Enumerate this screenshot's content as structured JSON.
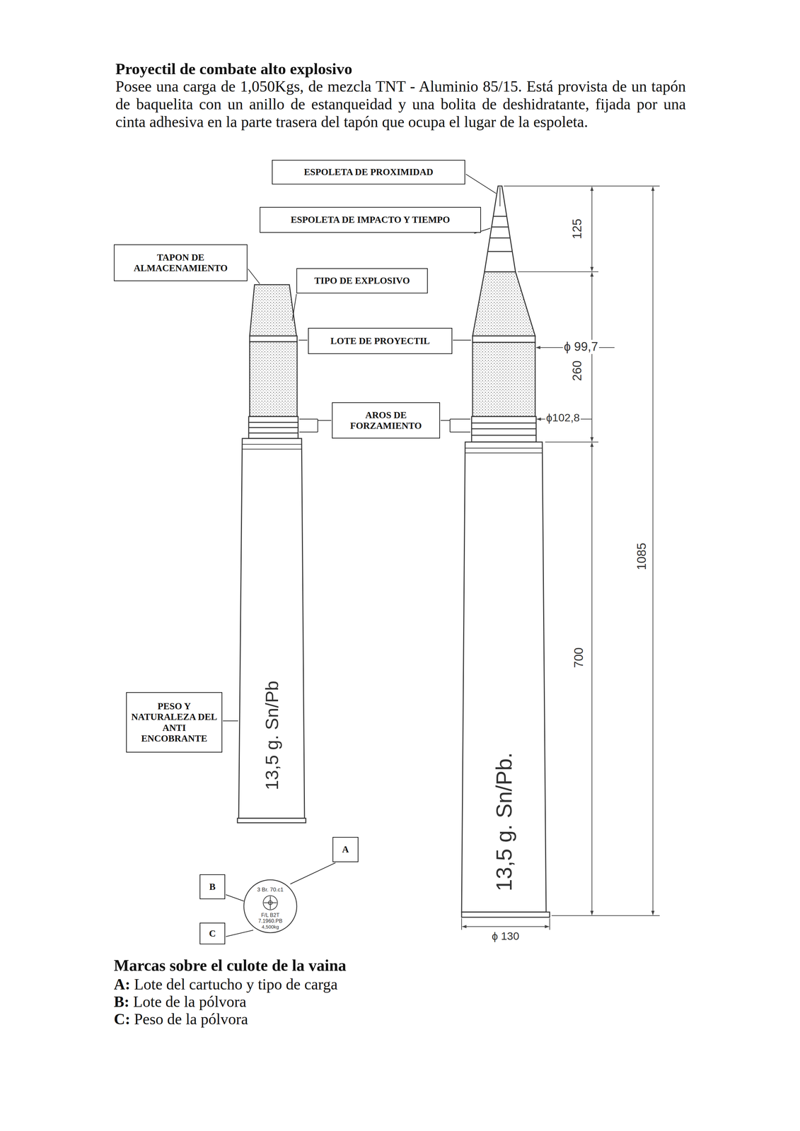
{
  "diagram": {
    "title": "Proyectil de combate alto explosivo",
    "nodes": [
      {
        "text": [
          "ESPOLETA DE PROXIMIDAD"
        ]
      },
      {
        "text": [
          "ESPOLETA DE IMPACTO Y TIEMPO"
        ]
      },
      {
        "text": [
          "TAPON DE ALMACENAMIENTO"
        ]
      },
      {
        "text": [
          "TIPO DE EXPLOSIVO"
        ]
      },
      {
        "text": [
          "LOTE DE PROYECTIL"
        ]
      },
      {
        "text": [
          "AROS DE FORZAMIENTO"
        ]
      },
      {
        "text": [
          "PESO Y NATURALEZA DEL ANTI ENCOBRANTE"
        ]
      },
      {
        "text": [
          "A"
        ]
      },
      {
        "text": [
          "B"
        ]
      },
      {
        "text": [
          "C"
        ]
      }
    ],
    "labels": [
      "Posee una carga de 1,050Kgs, de mezcla TNT - Aluminio 85/15. Está provista de un tapón de baquelita con un anillo de estanqueidad y una bolita de deshidratante, fijada por una cinta adhesiva en la parte trasera del tapón que ocupa el lugar de la espoleta.",
      "125",
      "ϕ 99,7",
      "260",
      "ϕ102,8",
      "700",
      "1085",
      "13,5 g. Sn/Pb",
      "13,5 g. Sn/Pb.",
      "3 Br. 70.c1",
      "F/L B2T",
      "7.1960.PB",
      "4,500kg",
      "ϕ 130",
      "Marcas sobre el culote de la vaina",
      "A:",
      "Lote del cartucho y tipo de carga",
      "B:",
      "Lote de la pólvora",
      "C:",
      "Peso de la pólvora"
    ]
  }
}
